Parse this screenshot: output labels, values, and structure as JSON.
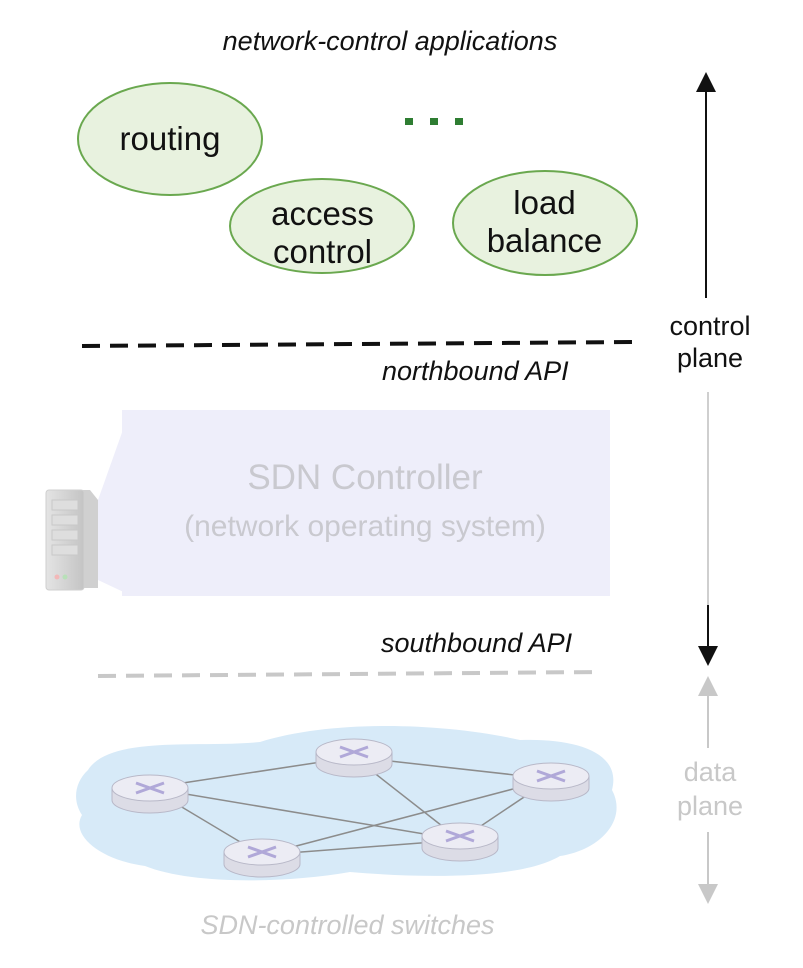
{
  "applications": {
    "heading": "network-control applications",
    "items": [
      {
        "label_lines": [
          "routing"
        ]
      },
      {
        "label_lines": [
          "access",
          "control"
        ]
      },
      {
        "label_lines": [
          "load",
          "balance"
        ]
      }
    ],
    "ellipsis": "..."
  },
  "apis": {
    "northbound": "northbound API",
    "southbound": "southbound API"
  },
  "controller": {
    "title": "SDN Controller",
    "subtitle": "(network operating system)"
  },
  "planes": {
    "control": [
      "control",
      "plane"
    ],
    "data": [
      "data",
      "plane"
    ]
  },
  "switches": {
    "caption": "SDN-controlled switches"
  },
  "colors": {
    "app_fill": "#e8f2df",
    "app_stroke": "#6aa84f",
    "ellipsis": "#2e7d32",
    "controller_fill": "#eeeefa",
    "cloud_fill": "#d7eaf8",
    "switch_fill": "#e6e6f0",
    "faded_text": "#c8c8c8"
  },
  "icons": {
    "server": "server-icon",
    "switch": "switch-icon"
  }
}
